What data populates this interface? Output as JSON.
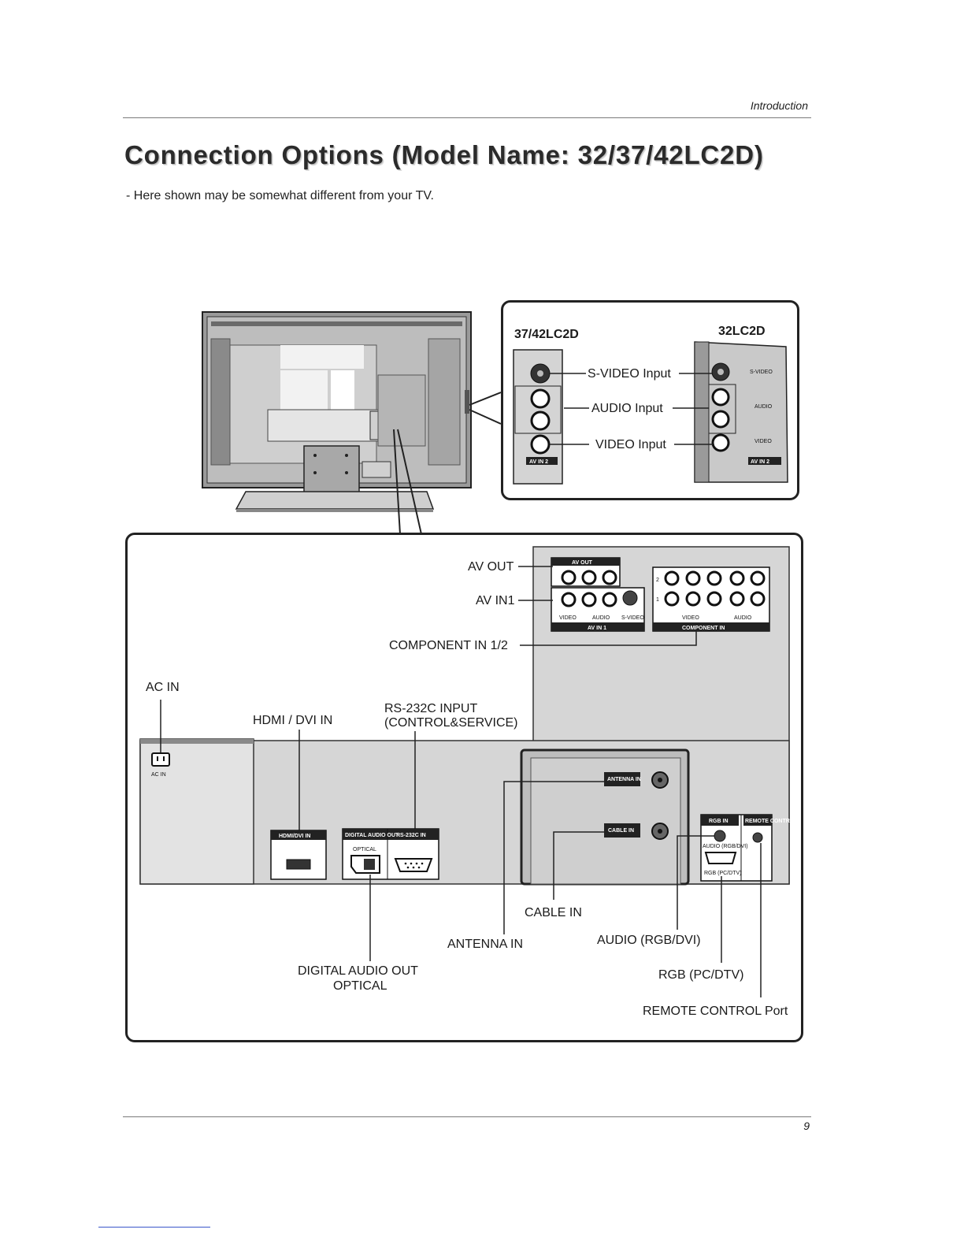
{
  "header": {
    "section": "Introduction"
  },
  "title": "Connection Options (Model Name: 32/37/42LC2D)",
  "subtitle": "- Here shown may be somewhat different from your TV.",
  "page_number": "9",
  "side_panel": {
    "model_a": "37/42LC2D",
    "model_b": "32LC2D",
    "svideo_input": "S-VIDEO Input",
    "audio_input": "AUDIO Input",
    "video_input": "VIDEO Input"
  },
  "rear_panel": {
    "av_out": "AV OUT",
    "av_in1": "AV IN1",
    "component_in": "COMPONENT IN 1/2",
    "ac_in": "AC IN",
    "hdmi_dvi_in": "HDMI / DVI IN",
    "rs232c_line1": "RS-232C INPUT",
    "rs232c_line2": "(CONTROL&SERVICE)",
    "cable_in": "CABLE IN",
    "antenna_in": "ANTENNA IN",
    "audio_rgb_dvi": "AUDIO (RGB/DVI)",
    "digital_audio_line1": "DIGITAL AUDIO OUT",
    "digital_audio_line2": "OPTICAL",
    "rgb_pc_dtv": "RGB (PC/DTV)",
    "remote_control": "REMOTE CONTROL Port"
  },
  "jack_labels": {
    "av_out_panel": "AV OUT",
    "av_in1_panel": "AV IN 1",
    "component_panel": "COMPONENT IN",
    "video": "VIDEO",
    "audio": "AUDIO",
    "svideo": "S-VIDEO",
    "ac_in_small": "AC IN",
    "hdmi_panel": "HDMI/DVI IN",
    "digital_audio_panel": "DIGITAL AUDIO OUT",
    "optical_small": "OPTICAL",
    "rs232_panel": "RS-232C IN",
    "antenna_panel": "ANTENNA IN",
    "cable_panel": "CABLE IN",
    "rgb_in_panel": "RGB IN",
    "remote_panel": "REMOTE CONTROL",
    "audio_rgbdvi_small": "AUDIO (RGB/DVI)",
    "rgb_pcdtv_small": "RGB (PC/DTV)",
    "av_in2_panel": "AV IN 2"
  }
}
